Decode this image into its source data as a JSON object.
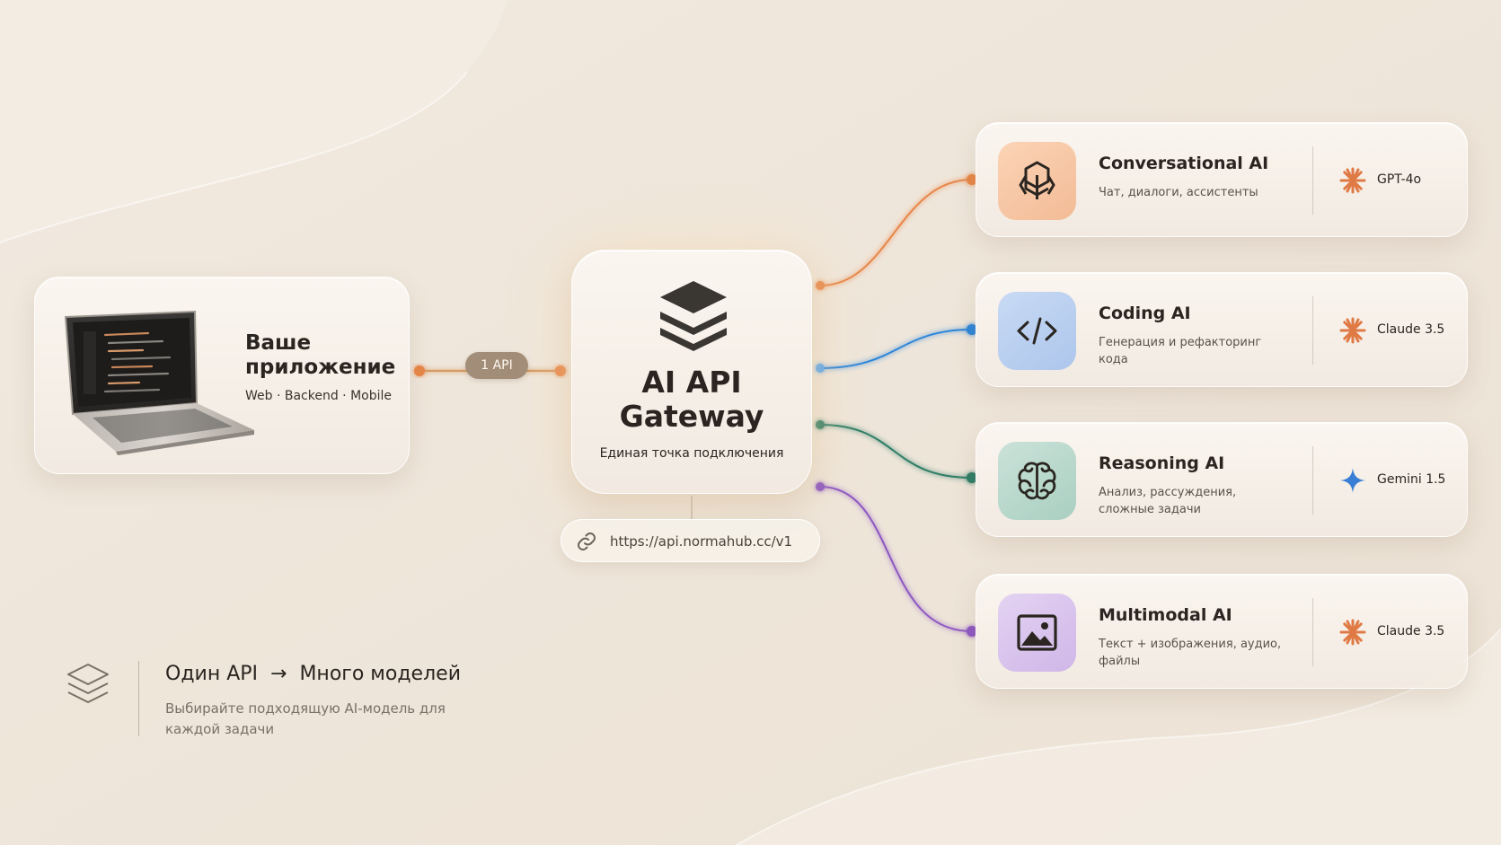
{
  "colors": {
    "background": "#efe6da",
    "orange": "#e8874a",
    "blue": "#2f86d8",
    "green": "#2e7d66",
    "purple": "#8e59c2",
    "pill": "#a28d78"
  },
  "app": {
    "title": "Ваше приложение",
    "subtitle": "Web · Backend · Mobile",
    "icon": "laptop-icon"
  },
  "link": {
    "label": "1 API"
  },
  "gateway": {
    "title": "AI API Gateway",
    "subtitle": "Единая точка подключения",
    "icon": "layers-icon",
    "url": "https://api.normahub.cc/v1"
  },
  "models": [
    {
      "title": "Conversational AI",
      "description": "Чат, диалоги, ассистенты",
      "model": "GPT-4o",
      "icon": "openai-knot-icon",
      "badge_icon": "asterisk-icon"
    },
    {
      "title": "Coding AI",
      "description": "Генерация и рефакторинг кода",
      "model": "Claude 3.5",
      "icon": "code-icon",
      "badge_icon": "asterisk-icon"
    },
    {
      "title": "Reasoning AI",
      "description": "Анализ, рассуждения, сложные задачи",
      "model": "Gemini 1.5",
      "icon": "brain-icon",
      "badge_icon": "sparkle-icon"
    },
    {
      "title": "Multimodal AI",
      "description": "Текст + изображения, аудио, файлы",
      "model": "Claude 3.5",
      "icon": "image-icon",
      "badge_icon": "asterisk-icon"
    }
  ],
  "caption": {
    "left": "Один API",
    "arrow": "→",
    "right": "Много моделей",
    "subtitle": "Выбирайте подходящую AI-модель для каждой задачи"
  }
}
